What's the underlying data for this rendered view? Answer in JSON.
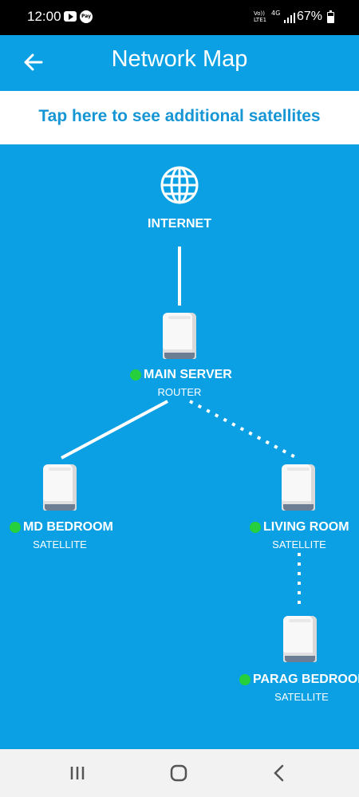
{
  "status_bar": {
    "time": "12:00",
    "volte_line1": "Vo))",
    "volte_line2": "LTE1",
    "network": "4G",
    "battery_percent": "67%",
    "icons": [
      "youtube-icon",
      "pay-icon",
      "signal-icon",
      "battery-icon"
    ]
  },
  "app_bar": {
    "title": "Network Map",
    "back_icon": "arrow-left-icon"
  },
  "banner": {
    "text": "Tap here to see additional satellites"
  },
  "network_map": {
    "internet": {
      "label": "INTERNET",
      "icon": "globe-icon"
    },
    "nodes": [
      {
        "id": "main-server",
        "name": "MAIN SERVER",
        "role": "ROUTER",
        "status_color": "#25d03c"
      },
      {
        "id": "md-bedroom",
        "name": "MD BEDROOM",
        "role": "SATELLITE",
        "status_color": "#25d03c",
        "link": "wired"
      },
      {
        "id": "living-room",
        "name": "LIVING ROOM",
        "role": "SATELLITE",
        "status_color": "#25d03c",
        "link": "wireless"
      },
      {
        "id": "parag-bedroom",
        "name": "PARAG BEDROOM",
        "role": "SATELLITE",
        "status_color": "#25d03c",
        "link": "wireless"
      }
    ]
  },
  "nav_bar": {
    "buttons": [
      "recents-icon",
      "home-icon",
      "back-icon"
    ]
  },
  "colors": {
    "background": "#0aa0e3",
    "banner_text": "#1696d4",
    "status_online": "#25d03c"
  }
}
